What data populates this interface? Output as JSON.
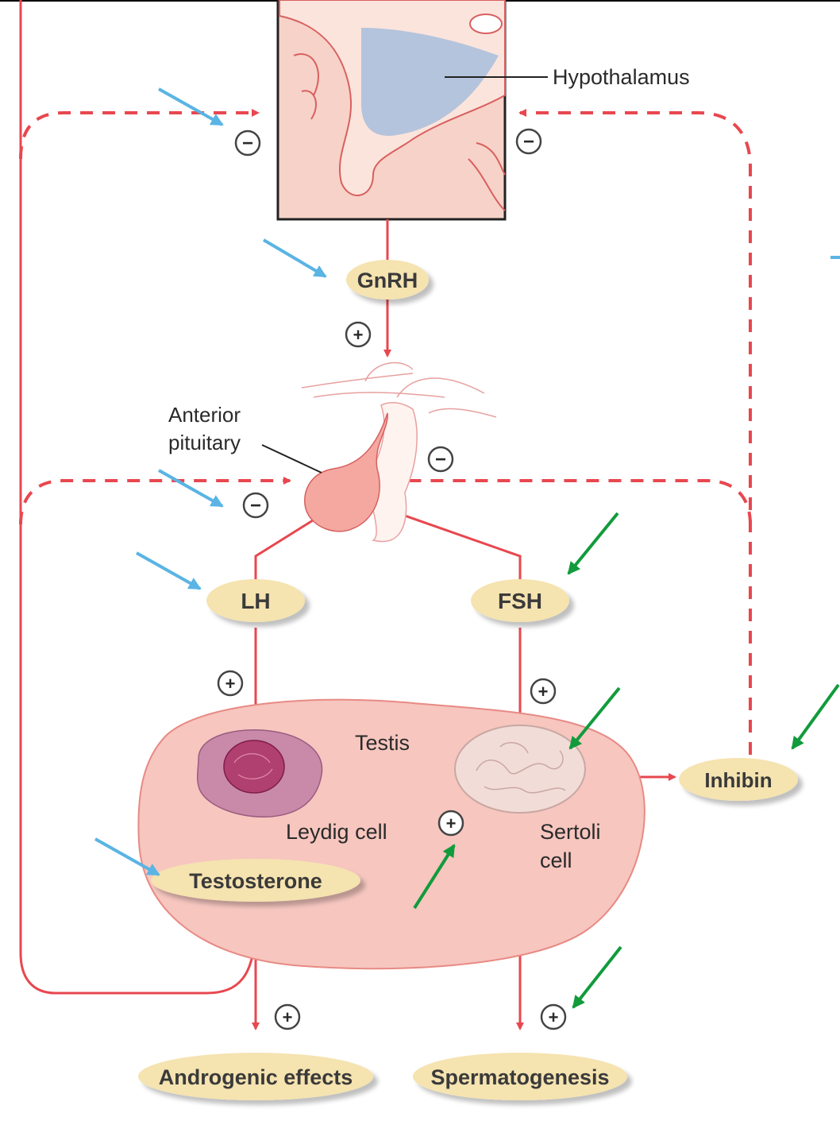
{
  "labels": {
    "hypothalamus": "Hypothalamus",
    "anterior_pituitary_line1": "Anterior",
    "anterior_pituitary_line2": "pituitary",
    "testis": "Testis",
    "leydig_cell": "Leydig cell",
    "sertoli_line1": "Sertoli",
    "sertoli_line2": "cell"
  },
  "hormones": {
    "gnrh": "GnRH",
    "lh": "LH",
    "fsh": "FSH",
    "inhibin": "Inhibin",
    "testosterone": "Testosterone",
    "androgenic_effects": "Androgenic effects",
    "spermatogenesis": "Spermatogenesis"
  },
  "signs": {
    "stimulate": "+",
    "inhibit": "−"
  },
  "colors": {
    "pathway": "#e8474f",
    "tissue_fill": "#f6c6bf",
    "pill_fill": "#f5e3b0",
    "hypothalamus_fill": "#b4c4dc",
    "leydig_fill": "#c88aa8",
    "blue_arrow": "#5ab4e4",
    "green_arrow": "#119b3c"
  }
}
